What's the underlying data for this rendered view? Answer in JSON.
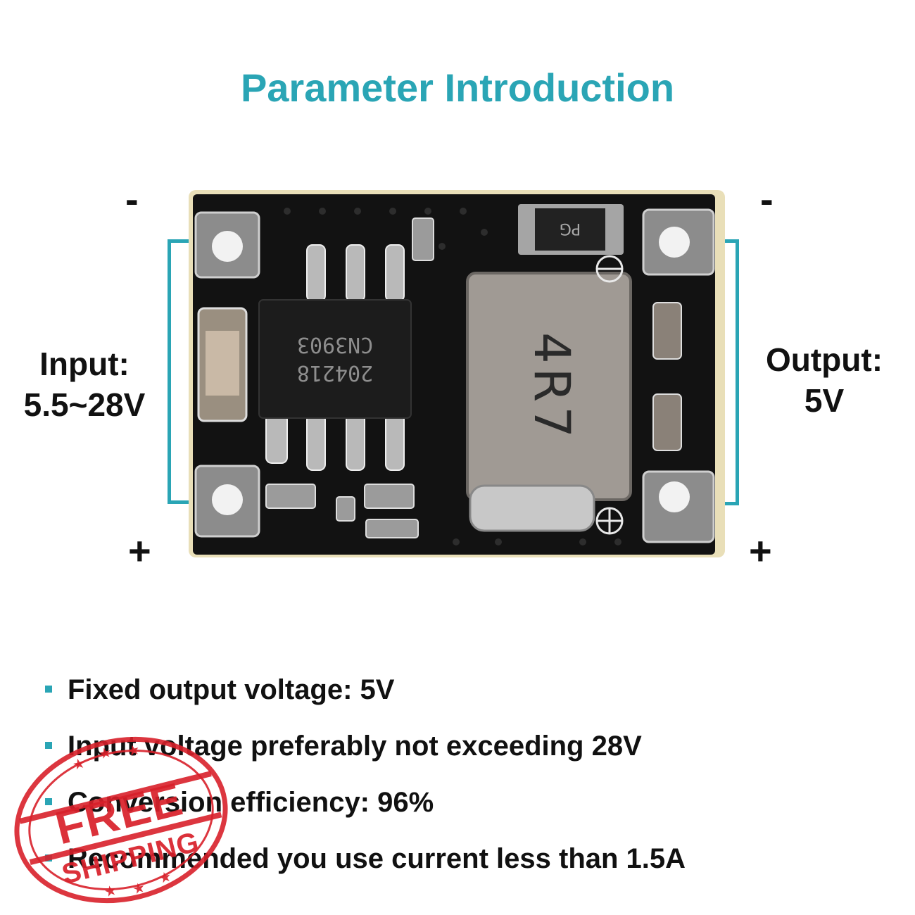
{
  "title": "Parameter Introduction",
  "input": {
    "label": "Input:",
    "range": "5.5~28V",
    "minus": "-",
    "plus": "+"
  },
  "output": {
    "label": "Output:",
    "value": "5V",
    "minus": "-",
    "plus": "+"
  },
  "board": {
    "chip_line1": "204218",
    "chip_line2": "CN3903",
    "inductor_label": "4R7",
    "diode_label": "PG"
  },
  "bullets": [
    "Fixed output voltage: 5V",
    "Input voltage preferably not exceeding 28V",
    "Conversion efficiency: 96%",
    "Recommended you use current less than 1.5A"
  ],
  "stamp": {
    "line1": "FREE",
    "line2": "SHIPPING"
  },
  "colors": {
    "accent": "#2aa5b5",
    "text": "#111111",
    "pcb": "#111111",
    "stamp": "#d8202a"
  }
}
